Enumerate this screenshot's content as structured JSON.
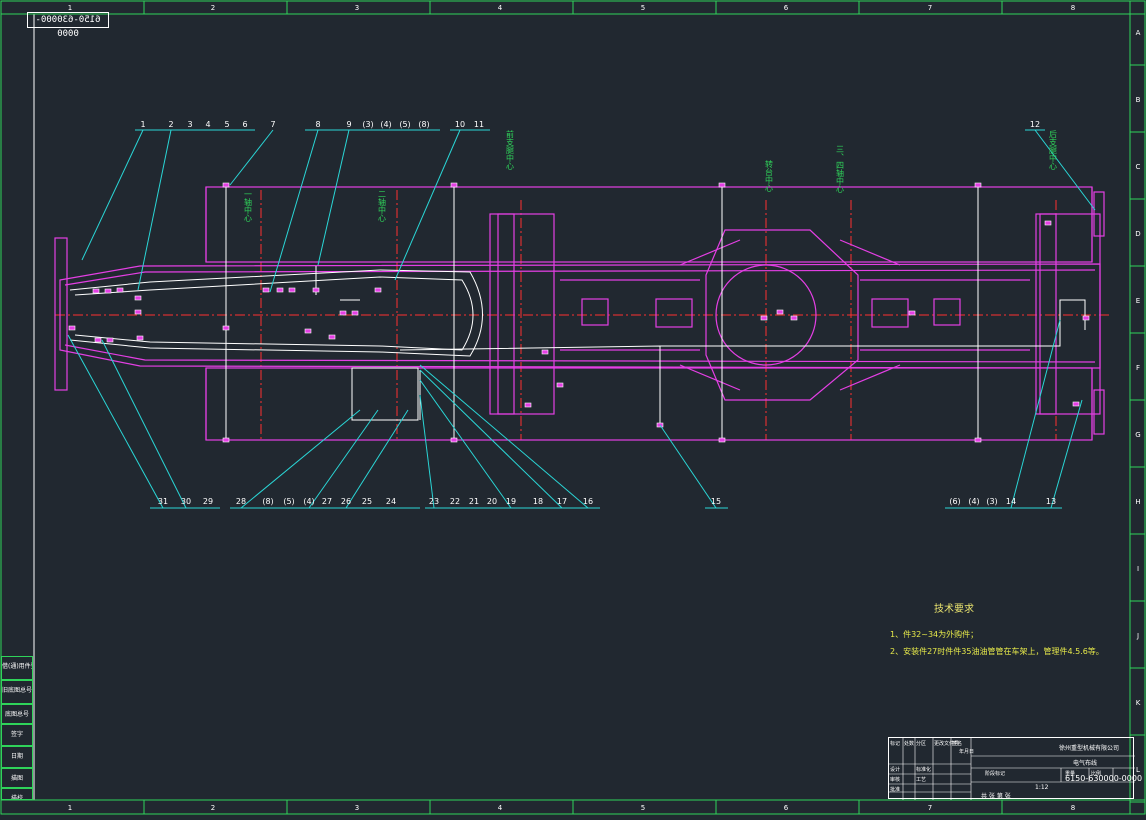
{
  "drawing": {
    "id_mirrored": "6150-630000-0000",
    "frame": {
      "columns": [
        "1",
        "2",
        "3",
        "4",
        "5",
        "6",
        "7",
        "8"
      ],
      "rows": [
        "A",
        "B",
        "C",
        "D",
        "E",
        "F",
        "G",
        "H",
        "I",
        "J",
        "K",
        "L"
      ]
    },
    "callouts_top": [
      "1",
      "2",
      "3",
      "4",
      "5",
      "6",
      "7",
      "8",
      "9",
      "(3)",
      "(4)",
      "(5)",
      "(8)",
      "10",
      "11",
      "12"
    ],
    "callouts_bottom": [
      "31",
      "30",
      "29",
      "28",
      "(8)",
      "(5)",
      "(4)",
      "27",
      "26",
      "25",
      "24",
      "23",
      "22",
      "21",
      "20",
      "19",
      "18",
      "17",
      "16",
      "15",
      "(6)",
      "(4)",
      "(3)",
      "14",
      "13"
    ],
    "center_labels": [
      "一轴中心",
      "二轴中心",
      "前支腿中心",
      "转台中心",
      "三、四轴中心",
      "后支腿中心"
    ],
    "side_panel": [
      "借(通)用件登记",
      "旧底图总号",
      "底图总号",
      "签字",
      "日期",
      "描图",
      "描校"
    ],
    "tech_requirements": {
      "title": "技术要求",
      "items": [
        "1、件32~34为外购件；",
        "2、安装件27时件件35油油管管在车架上，管理件4.5.6等。"
      ]
    },
    "title_block": {
      "company": "徐州重型机械有限公司",
      "name": "电气布线",
      "number": "6150-630000-0000",
      "scale": "1:12",
      "meta_labels": [
        "标记",
        "处数",
        "分区",
        "更改文件号",
        "签名",
        "年月日",
        "设计",
        "标准化",
        "审核",
        "工艺",
        "批准",
        "阶段标记",
        "重量",
        "比例"
      ],
      "sheet": "共 张 第 张"
    }
  }
}
